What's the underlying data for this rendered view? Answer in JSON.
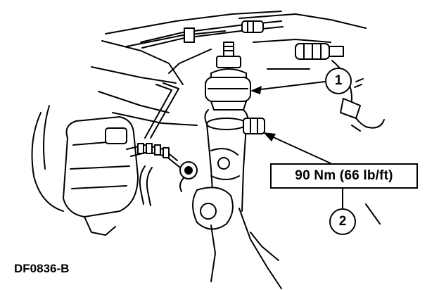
{
  "figure": {
    "id": "DF0836-B"
  },
  "spec": {
    "torque": "90 Nm (66 lb/ft)"
  },
  "callouts": [
    {
      "number": "1"
    },
    {
      "number": "2"
    }
  ],
  "colors": {
    "line": "#000000",
    "background": "#ffffff"
  }
}
